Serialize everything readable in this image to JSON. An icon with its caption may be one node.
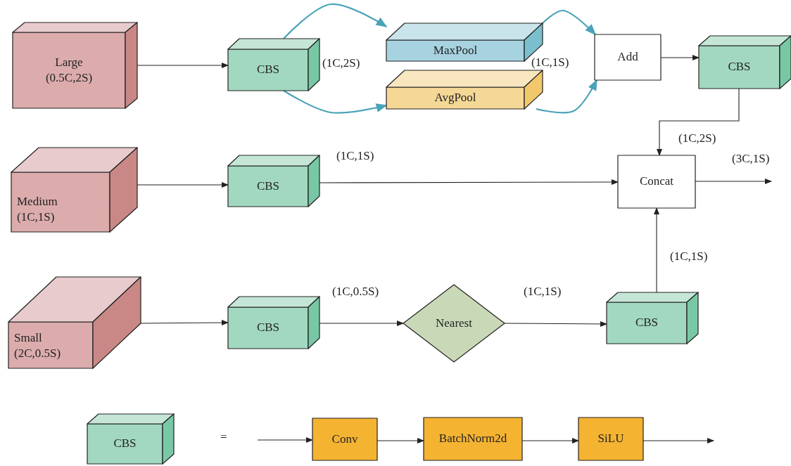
{
  "diagram": {
    "nodes": [
      {
        "text": [
          "Large",
          "(0.5C,2S)"
        ]
      },
      {
        "text": [
          "CBS"
        ]
      },
      {
        "text": [
          "MaxPool"
        ]
      },
      {
        "text": [
          "AvgPool"
        ]
      },
      {
        "text": [
          "Add"
        ]
      },
      {
        "text": [
          "CBS"
        ]
      },
      {
        "text": [
          "Medium",
          "(1C,1S)"
        ]
      },
      {
        "text": [
          "CBS"
        ]
      },
      {
        "text": [
          "Concat"
        ]
      },
      {
        "text": [
          "Small",
          "(2C,0.5S)"
        ]
      },
      {
        "text": [
          "CBS"
        ]
      },
      {
        "text": [
          "Nearest"
        ]
      },
      {
        "text": [
          "CBS"
        ]
      },
      {
        "text": [
          "CBS"
        ]
      },
      {
        "text": [
          "Conv"
        ]
      },
      {
        "text": [
          "BatchNorm2d"
        ]
      },
      {
        "text": [
          "SiLU"
        ]
      }
    ],
    "edges": [
      {
        "from": 0,
        "to": 1,
        "arrow": "to"
      },
      {
        "from": 1,
        "to": 2,
        "arrow": "to",
        "color": "#4aa3b8"
      },
      {
        "from": 1,
        "to": 3,
        "arrow": "to",
        "color": "#4aa3b8"
      },
      {
        "from": 2,
        "to": 4,
        "arrow": "to",
        "color": "#4aa3b8"
      },
      {
        "from": 3,
        "to": 4,
        "arrow": "to",
        "color": "#4aa3b8"
      },
      {
        "from": 4,
        "to": 5,
        "arrow": "to"
      },
      {
        "from": 5,
        "to": 8,
        "arrow": "to",
        "label": "(1C,2S)"
      },
      {
        "from": 6,
        "to": 7,
        "arrow": "to"
      },
      {
        "from": 7,
        "to": 8,
        "arrow": "to",
        "label": "(1C,1S)"
      },
      {
        "from": 8,
        "to": null,
        "arrow": "to",
        "label": "(3C,1S)"
      },
      {
        "from": 9,
        "to": 10,
        "arrow": "to"
      },
      {
        "from": 10,
        "to": 11,
        "arrow": "to",
        "label": "(1C,0.5S)"
      },
      {
        "from": 11,
        "to": 12,
        "arrow": "to",
        "label": "(1C,1S)"
      },
      {
        "from": 12,
        "to": 8,
        "arrow": "to",
        "label": "(1C,1S)"
      },
      {
        "from": null,
        "to": 14,
        "arrow": "to"
      },
      {
        "from": 14,
        "to": 15,
        "arrow": "to"
      },
      {
        "from": 15,
        "to": 16,
        "arrow": "to"
      },
      {
        "from": 16,
        "to": null,
        "arrow": "to"
      }
    ],
    "labels": [
      "(1C,2S)",
      "(1C,1S)",
      "="
    ]
  }
}
